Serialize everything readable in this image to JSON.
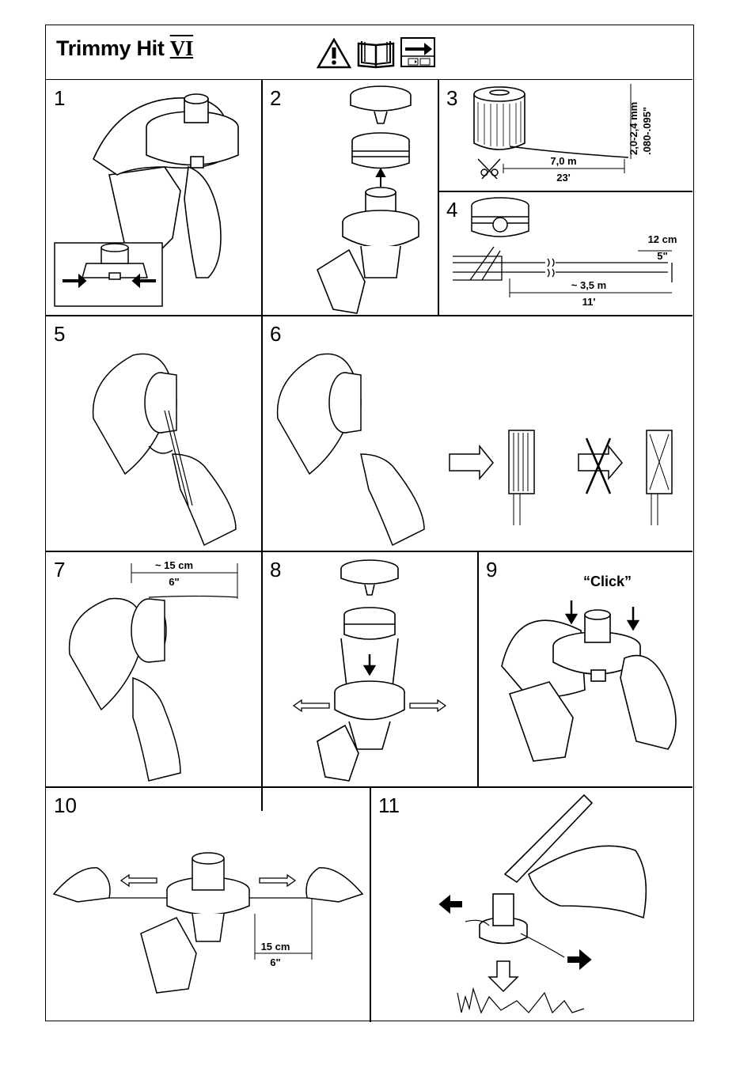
{
  "header": {
    "title": "Trimmy Hit",
    "title_roman": "VI",
    "icons": [
      "warning-triangle-icon",
      "open-book-icon",
      "arrow-reference-icon"
    ]
  },
  "steps": [
    {
      "num": "1"
    },
    {
      "num": "2"
    },
    {
      "num": "3",
      "dims": {
        "length_m": "7,0 m",
        "length_ft": "23'",
        "diameter_mm": "2,0-2,4 mm",
        "diameter_in": ".080-.095\""
      }
    },
    {
      "num": "4",
      "dims": {
        "short_cm": "12 cm",
        "short_in": "5\"",
        "long_m": "~ 3,5 m",
        "long_ft": "11'"
      }
    },
    {
      "num": "5"
    },
    {
      "num": "6"
    },
    {
      "num": "7",
      "dims": {
        "len_cm": "~ 15 cm",
        "len_in": "6\""
      }
    },
    {
      "num": "8"
    },
    {
      "num": "9",
      "caption": "“Click”"
    },
    {
      "num": "10",
      "dims": {
        "len_cm": "15 cm",
        "len_in": "6\""
      }
    },
    {
      "num": "11"
    }
  ]
}
